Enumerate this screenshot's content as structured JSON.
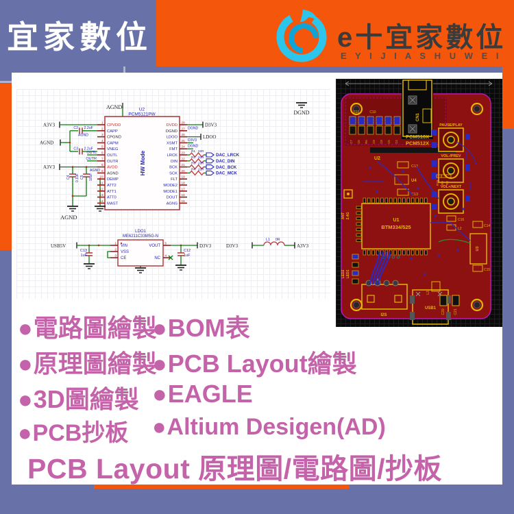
{
  "page": {
    "brand_left": "宜家數位",
    "footer_title": "PCB Layout 原理圖/電路圖/抄板"
  },
  "logo": {
    "icon": "phoenix-swirl-icon",
    "brand": "e十宜家數位",
    "brand_letters": "E Y I J I A S H U W E I"
  },
  "colors": {
    "slate_blue": "#6872A8",
    "orange": "#F4570B",
    "magenta": "#C463A9",
    "logo_cyan": "#2CC5EC",
    "pcb_board_red": "#8E1111",
    "pcb_silk_yellow": "#E3B505",
    "pcb_trace_blue": "#2A2AC0",
    "schematic_red": "#B43C3C",
    "schematic_blue": "#2525B5",
    "wire_green": "#0A7A0A"
  },
  "services": {
    "bullet": "●",
    "rows": [
      {
        "left": "電路圖繪製",
        "right": "BOM表"
      },
      {
        "left": "原理圖繪製",
        "right": "PCB Layout繪製"
      },
      {
        "left": "3D圖繪製",
        "right": "EAGLE"
      },
      {
        "left": "PCB抄板",
        "right": "Altium Desigen(AD)"
      }
    ]
  },
  "schematic": {
    "u2": {
      "ref": "U2",
      "part": "PCM5121PW",
      "mode": "HW Mode",
      "left_pins": [
        {
          "n": "1",
          "name": "CPVDD",
          "t": "pwr"
        },
        {
          "n": "2",
          "name": "CAPP",
          "t": "io"
        },
        {
          "n": "3",
          "name": "CPGND",
          "t": "gnd"
        },
        {
          "n": "4",
          "name": "CAPM",
          "t": "io"
        },
        {
          "n": "5",
          "name": "VNEG",
          "t": "io"
        },
        {
          "n": "6",
          "name": "OUTL",
          "t": "io"
        },
        {
          "n": "7",
          "name": "OUTR",
          "t": "io"
        },
        {
          "n": "8",
          "name": "AVDD",
          "t": "pwr"
        },
        {
          "n": "9",
          "name": "AGND",
          "t": "gnd"
        },
        {
          "n": "10",
          "name": "DEMP",
          "t": "io"
        },
        {
          "n": "11",
          "name": "ATT2",
          "t": "io"
        },
        {
          "n": "12",
          "name": "ATT1",
          "t": "io"
        },
        {
          "n": "13",
          "name": "ATT0",
          "t": "io"
        },
        {
          "n": "14",
          "name": "MAST",
          "t": "io"
        }
      ],
      "right_pins": [
        {
          "n": "28",
          "name": "DVDD",
          "t": "pwr"
        },
        {
          "n": "27",
          "name": "DGND",
          "t": "gnd"
        },
        {
          "n": "26",
          "name": "LDOO",
          "t": "io"
        },
        {
          "n": "25",
          "name": "XSMT",
          "t": "io"
        },
        {
          "n": "24",
          "name": "FMT",
          "t": "io"
        },
        {
          "n": "23",
          "name": "LRCK",
          "t": "io"
        },
        {
          "n": "22",
          "name": "DIN",
          "t": "io"
        },
        {
          "n": "21",
          "name": "BCK",
          "t": "io"
        },
        {
          "n": "20",
          "name": "SCK",
          "t": "io"
        },
        {
          "n": "19",
          "name": "FLT",
          "t": "io"
        },
        {
          "n": "18",
          "name": "MODE2",
          "t": "io"
        },
        {
          "n": "17",
          "name": "MODE1",
          "t": "io"
        },
        {
          "n": "16",
          "name": "DOUT",
          "t": "io"
        },
        {
          "n": "15",
          "name": "AGNS",
          "t": "io"
        }
      ]
    },
    "ldo": {
      "ref": "LDO1",
      "part": "ME6211C33M5G-N",
      "left_pins": [
        {
          "n": "1",
          "name": "VIN"
        },
        {
          "n": "2",
          "name": "VSS"
        },
        {
          "n": "3",
          "name": "CE"
        }
      ],
      "right_pins": [
        {
          "n": "5",
          "name": "VOUT"
        },
        {
          "n": "4",
          "name": "NC"
        }
      ]
    },
    "resistors": [
      {
        "ref": "R1",
        "value": "22R",
        "net": "DAC_LRCK"
      },
      {
        "ref": "R2",
        "value": "22R",
        "net": "DAC_DIN"
      },
      {
        "ref": "R3",
        "value": "22R",
        "net": "DAC_BCK"
      },
      {
        "ref": "R4",
        "value": "22R",
        "net": "DAC_MCK"
      }
    ],
    "caps": {
      "c2": {
        "ref": "C2",
        "value": "2.2uF"
      },
      "c3": {
        "ref": "C3",
        "value": "2.2uF"
      },
      "c4": {
        "ref": "C4",
        "value": "0.1uF"
      },
      "c5": {
        "ref": "C5",
        "value": "10uF"
      },
      "c13": {
        "ref": "C13",
        "value": "1uF"
      },
      "c12": {
        "ref": "C12",
        "value": "1uF"
      }
    },
    "inductor": {
      "ref": "L1",
      "value": "0R"
    },
    "nets": {
      "a3v3": "A3V3",
      "agnd": "AGND",
      "d3v3": "D3V3",
      "dgnd": "DGND",
      "ldoo": "LDOO",
      "usb5v": "USB5V",
      "outl": "OUTL",
      "outr": "OUTR"
    }
  },
  "pcb": {
    "refs": {
      "cn1": "CN1",
      "c11": "C11",
      "c10": "C10",
      "chip1": "PCM510X",
      "chip2": "PCM512X",
      "u2": "U2",
      "btn1": "PAUSE/PLAY",
      "btn2": "VOL-/PREV",
      "btn3": "VOL+/NEXT",
      "c12": "C12",
      "u4": "U4",
      "c13": "C13",
      "r8": "R8",
      "r9": "R9",
      "r10": "R10",
      "u1": "U1",
      "u1part": "BTM334/525",
      "ant": "ANT",
      "antfreq": "2.4G",
      "led2": "LED2",
      "led1": "LED1",
      "j1": "J1",
      "i2s": "I2S",
      "usb1": "USB1",
      "c16": "C16",
      "l2": "L2",
      "c14": "C14",
      "u3": "U3",
      "c15": "C15",
      "c20": "C20",
      "c21": "C21",
      "l3": "L3",
      "small_refs": [
        "C7",
        "C6",
        "R6",
        "C9",
        "C8",
        "C5",
        "C4"
      ]
    }
  }
}
